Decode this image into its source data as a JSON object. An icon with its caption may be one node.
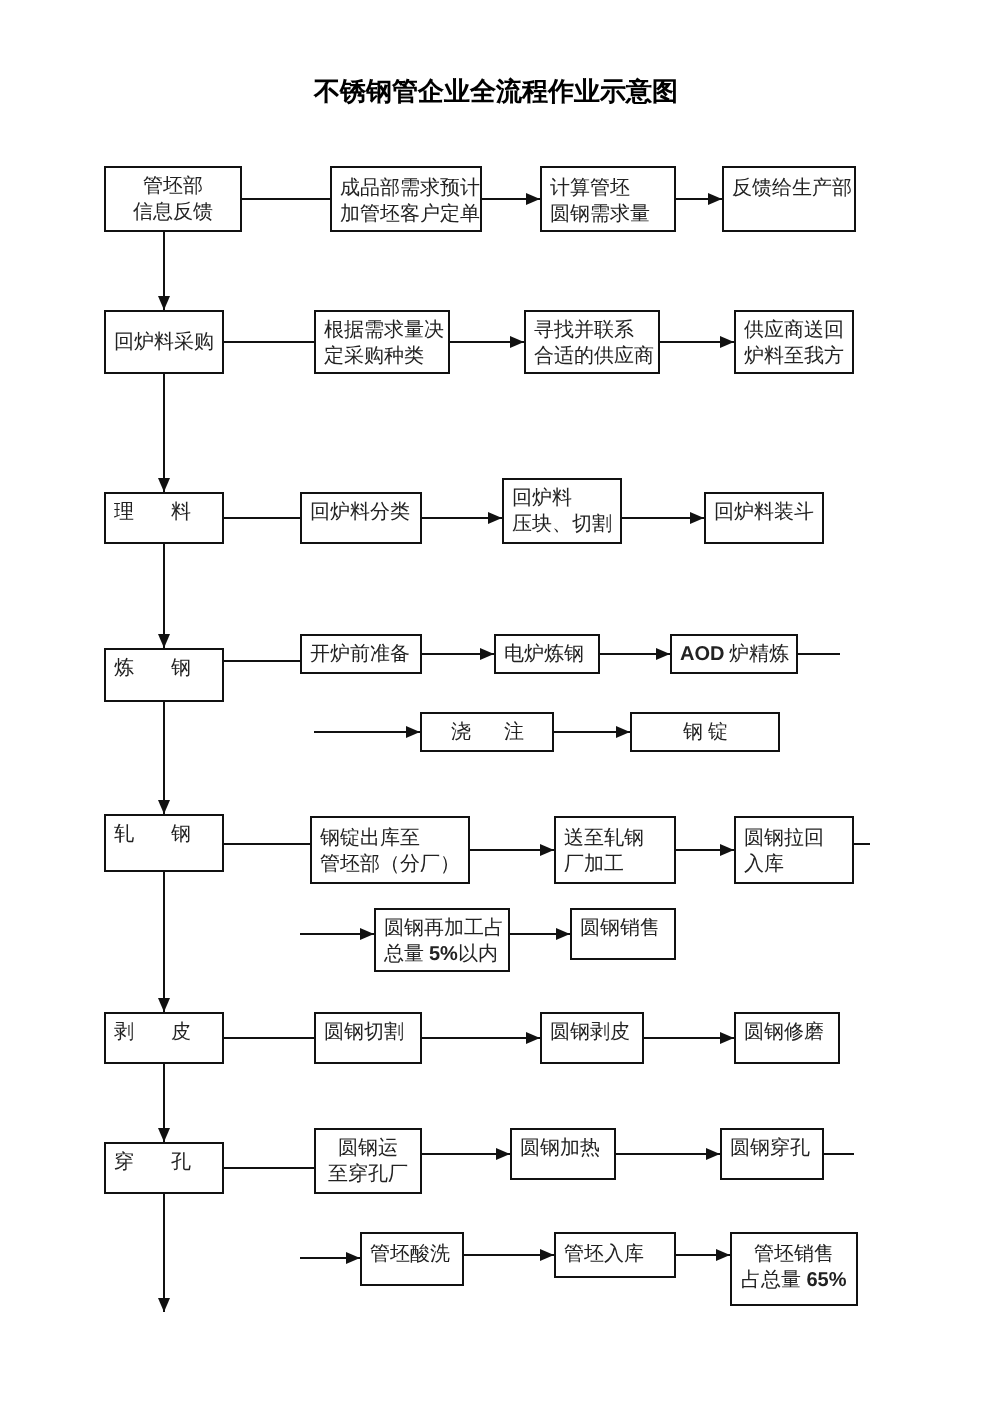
{
  "diagram": {
    "title": "不锈钢管企业全流程作业示意图",
    "nodes": [
      {
        "text": [
          "管坯部信息反馈"
        ]
      },
      {
        "text": [
          "成品部需求预计加管坯客户定单"
        ]
      },
      {
        "text": [
          "计算管坯圆钢需求量"
        ]
      },
      {
        "text": [
          "反馈给生产部"
        ]
      },
      {
        "text": [
          "回炉料采购"
        ]
      },
      {
        "text": [
          "根据需求量决定采购种类"
        ]
      },
      {
        "text": [
          "寻找并联系合适的供应商"
        ]
      },
      {
        "text": [
          "供应商送回炉料至我方"
        ]
      },
      {
        "text": [
          "理 料"
        ]
      },
      {
        "text": [
          "回炉料分类"
        ]
      },
      {
        "text": [
          "回炉料压块、切割"
        ]
      },
      {
        "text": [
          "回炉料装斗"
        ]
      },
      {
        "text": [
          "炼 钢"
        ]
      },
      {
        "text": [
          "开炉前准备"
        ]
      },
      {
        "text": [
          "电炉炼钢"
        ]
      },
      {
        "text": [
          "**AOD** 炉精炼"
        ]
      },
      {
        "text": [
          "浇 注"
        ]
      },
      {
        "text": [
          "钢 锭"
        ]
      },
      {
        "text": [
          "轧 钢"
        ]
      },
      {
        "text": [
          "钢锭出库至管坯部（分厂）"
        ]
      },
      {
        "text": [
          "送至轧钢厂加工"
        ]
      },
      {
        "text": [
          "圆钢拉回入库"
        ]
      },
      {
        "text": [
          "圆钢再加工占总量 **5%**以内"
        ]
      },
      {
        "text": [
          "圆钢销售"
        ]
      },
      {
        "text": [
          "剥 皮"
        ]
      },
      {
        "text": [
          "圆钢切割"
        ]
      },
      {
        "text": [
          "圆钢剥皮"
        ]
      },
      {
        "text": [
          "圆钢修磨"
        ]
      },
      {
        "text": [
          "穿 孔"
        ]
      },
      {
        "text": [
          "圆钢运至穿孔厂"
        ]
      },
      {
        "text": [
          "圆钢加热"
        ]
      },
      {
        "text": [
          "圆钢穿孔"
        ]
      },
      {
        "text": [
          "管坯酸洗"
        ]
      },
      {
        "text": [
          "管坯入库"
        ]
      },
      {
        "text": [
          "管坯销售占总量 **65%**"
        ]
      }
    ],
    "edges": [
      {
        "from": 0,
        "to": 4,
        "arrow": "to"
      },
      {
        "from": 4,
        "to": 8,
        "arrow": "to"
      },
      {
        "from": 8,
        "to": 12,
        "arrow": "to"
      },
      {
        "from": 12,
        "to": 18,
        "arrow": "to"
      },
      {
        "from": 18,
        "to": 24,
        "arrow": "to"
      },
      {
        "from": 24,
        "to": 28,
        "arrow": "to"
      },
      {
        "from": 28,
        "to": null,
        "arrow": "to"
      },
      {
        "from": 0,
        "to": 1,
        "arrow": "none"
      },
      {
        "from": 1,
        "to": 2,
        "arrow": "to"
      },
      {
        "from": 2,
        "to": 3,
        "arrow": "to"
      },
      {
        "from": 4,
        "to": 5,
        "arrow": "none"
      },
      {
        "from": 5,
        "to": 6,
        "arrow": "to"
      },
      {
        "from": 6,
        "to": 7,
        "arrow": "to"
      },
      {
        "from": 8,
        "to": 9,
        "arrow": "none"
      },
      {
        "from": 9,
        "to": 10,
        "arrow": "to"
      },
      {
        "from": 10,
        "to": 11,
        "arrow": "to"
      },
      {
        "from": 12,
        "to": 13,
        "arrow": "none"
      },
      {
        "from": 13,
        "to": 14,
        "arrow": "to"
      },
      {
        "from": 14,
        "to": 15,
        "arrow": "to"
      },
      {
        "from": 15,
        "to": null,
        "arrow": "none"
      },
      {
        "from": null,
        "to": 16,
        "arrow": "to"
      },
      {
        "from": 16,
        "to": 17,
        "arrow": "to"
      },
      {
        "from": 18,
        "to": 19,
        "arrow": "none"
      },
      {
        "from": 19,
        "to": 20,
        "arrow": "to"
      },
      {
        "from": 20,
        "to": 21,
        "arrow": "to"
      },
      {
        "from": 21,
        "to": null,
        "arrow": "none"
      },
      {
        "from": null,
        "to": 22,
        "arrow": "to"
      },
      {
        "from": 22,
        "to": 23,
        "arrow": "to"
      },
      {
        "from": 24,
        "to": 25,
        "arrow": "none"
      },
      {
        "from": 25,
        "to": 26,
        "arrow": "to"
      },
      {
        "from": 26,
        "to": 27,
        "arrow": "to"
      },
      {
        "from": 28,
        "to": 29,
        "arrow": "none"
      },
      {
        "from": 29,
        "to": 30,
        "arrow": "to"
      },
      {
        "from": 30,
        "to": 31,
        "arrow": "to"
      },
      {
        "from": 31,
        "to": null,
        "arrow": "none"
      },
      {
        "from": null,
        "to": 32,
        "arrow": "to"
      },
      {
        "from": 32,
        "to": 33,
        "arrow": "to"
      },
      {
        "from": 33,
        "to": 34,
        "arrow": "to"
      }
    ]
  }
}
